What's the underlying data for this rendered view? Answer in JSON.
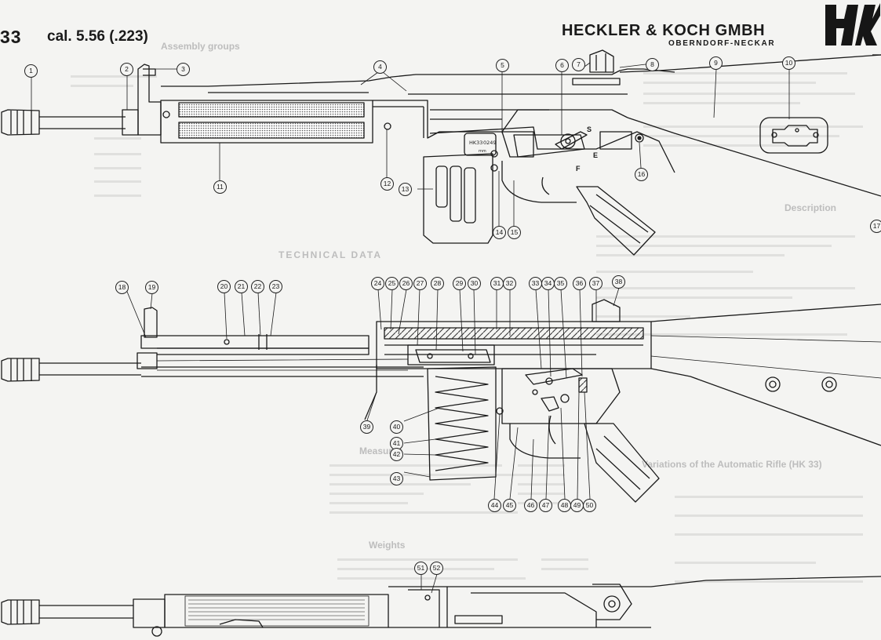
{
  "header": {
    "model_fragment": "33",
    "caliber": "cal. 5.56 (.223)",
    "company": "HECKLER & KOCH GMBH",
    "city": "OBERNDORF-NECKAR",
    "logo": "HK"
  },
  "receiver_marking": {
    "model": "HK33",
    "serial": "0249",
    "unit": "mm"
  },
  "selector_marks": {
    "safe": "S",
    "single": "E",
    "fire": "F"
  },
  "background_text": {
    "assembly_groups": "Assembly groups",
    "technical_data": "TECHNICAL DATA",
    "description": "Description",
    "measures": "Measures",
    "weights": "Weights",
    "variations": "Variations of the Automatic Rifle (HK 33)"
  },
  "callouts": [
    "1",
    "2",
    "3",
    "4",
    "5",
    "6",
    "7",
    "8",
    "9",
    "10",
    "11",
    "12",
    "13",
    "14",
    "15",
    "16",
    "17",
    "18",
    "19",
    "20",
    "21",
    "22",
    "23",
    "24",
    "25",
    "26",
    "27",
    "28",
    "29",
    "30",
    "31",
    "32",
    "33",
    "34",
    "35",
    "36",
    "37",
    "38",
    "39",
    "40",
    "41",
    "42",
    "43",
    "44",
    "45",
    "46",
    "47",
    "48",
    "49",
    "50",
    "51",
    "52"
  ],
  "colors": {
    "ink": "#1a1a1a",
    "paper": "#f4f4f2",
    "faint_text": "#c4c4c4"
  }
}
